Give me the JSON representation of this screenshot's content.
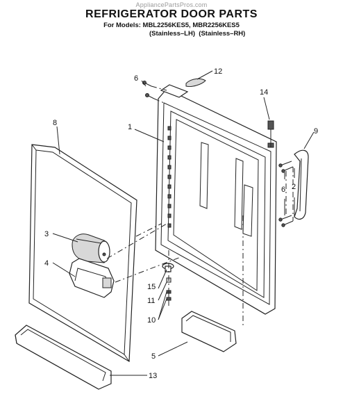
{
  "header": {
    "watermark": "AppliancePartsPros.com",
    "title": "REFRIGERATOR DOOR PARTS",
    "models": "For Models: MBL2256KES5, MBR2256KES5",
    "variant_lh": "(Stainless–LH)",
    "variant_rh": "(Stainless–RH)"
  },
  "callouts": {
    "c1": "1",
    "c2": "2",
    "c3": "3",
    "c4": "4",
    "c5": "5",
    "c6a": "6",
    "c6b": "6",
    "c8": "8",
    "c9": "9",
    "c10": "10",
    "c11": "11",
    "c12": "12",
    "c13": "13",
    "c14": "14",
    "c15": "15"
  }
}
